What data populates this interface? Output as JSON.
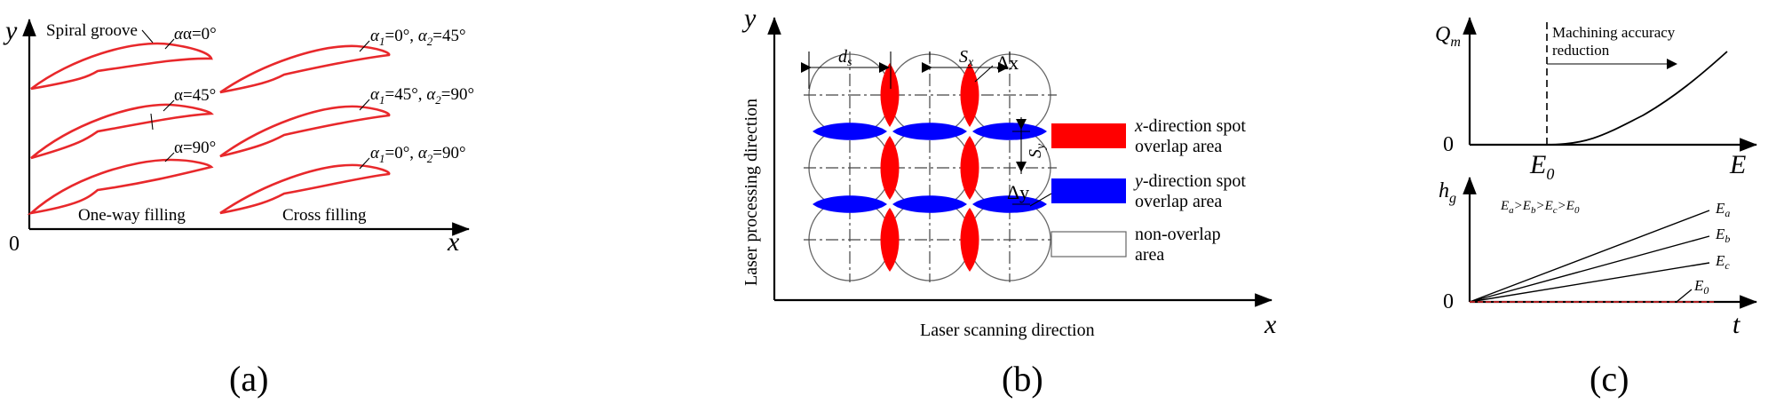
{
  "panel_a": {
    "axis_y": "y",
    "axis_x": "x",
    "origin": "0",
    "spiral_groove": "Spiral groove",
    "one_way_filling": "One-way filling",
    "cross_filling": "Cross filling",
    "angles_left": [
      "α=0°",
      "α=45°",
      "α=90°"
    ],
    "angles_right": [
      {
        "a1": "α",
        "s1": "1",
        "v1": "=0°, ",
        "a2": "α",
        "s2": "2",
        "v2": "=45°"
      },
      {
        "a1": "α",
        "s1": "1",
        "v1": "=45°, ",
        "a2": "α",
        "s2": "2",
        "v2": "=90°"
      },
      {
        "a1": "α",
        "s1": "1",
        "v1": "=0°, ",
        "a2": "α",
        "s2": "2",
        "v2": "=90°"
      }
    ],
    "caption": "(a)"
  },
  "panel_b": {
    "axis_y": "y",
    "axis_x": "x",
    "y_label": "Laser processing direction",
    "x_label": "Laser scanning direction",
    "ds_main": "d",
    "ds_sub": "s",
    "sx_main": "S",
    "sx_sub": "x",
    "sy_main": "S",
    "sy_sub": "y",
    "dx": "Δx",
    "dy": "Δy",
    "legend": [
      {
        "prefix": "x",
        "line1": "-direction spot",
        "line2": "overlap area",
        "color": "#ff0000"
      },
      {
        "prefix": "y",
        "line1": "-direction spot",
        "line2": "overlap area",
        "color": "#0000ff"
      },
      {
        "prefix": "",
        "line1": "non-overlap",
        "line2": "area",
        "color": "#ffffff"
      }
    ],
    "caption": "(b)"
  },
  "panel_c": {
    "top": {
      "y_main": "Q",
      "y_sub": "m",
      "x_main": "E",
      "zero": "0",
      "e0_main": "E",
      "e0_sub": "0",
      "annotation_line1": "Machining accuracy",
      "annotation_line2": "reduction"
    },
    "bottom": {
      "y_main": "h",
      "y_sub": "g",
      "x_main": "t",
      "zero": "0",
      "relation": [
        [
          "E",
          "a"
        ],
        [
          ">",
          ""
        ],
        [
          "E",
          "b"
        ],
        [
          ">",
          ""
        ],
        [
          "E",
          "c"
        ],
        [
          ">",
          ""
        ],
        [
          "E",
          "0"
        ]
      ],
      "lines": [
        [
          "E",
          "a"
        ],
        [
          "E",
          "b"
        ],
        [
          "E",
          "c"
        ],
        [
          "E",
          "0"
        ]
      ]
    },
    "caption": "(c)"
  },
  "colors": {
    "curve_red": "#e8282b",
    "x_overlap": "#ff0000",
    "y_overlap": "#0000ff"
  }
}
